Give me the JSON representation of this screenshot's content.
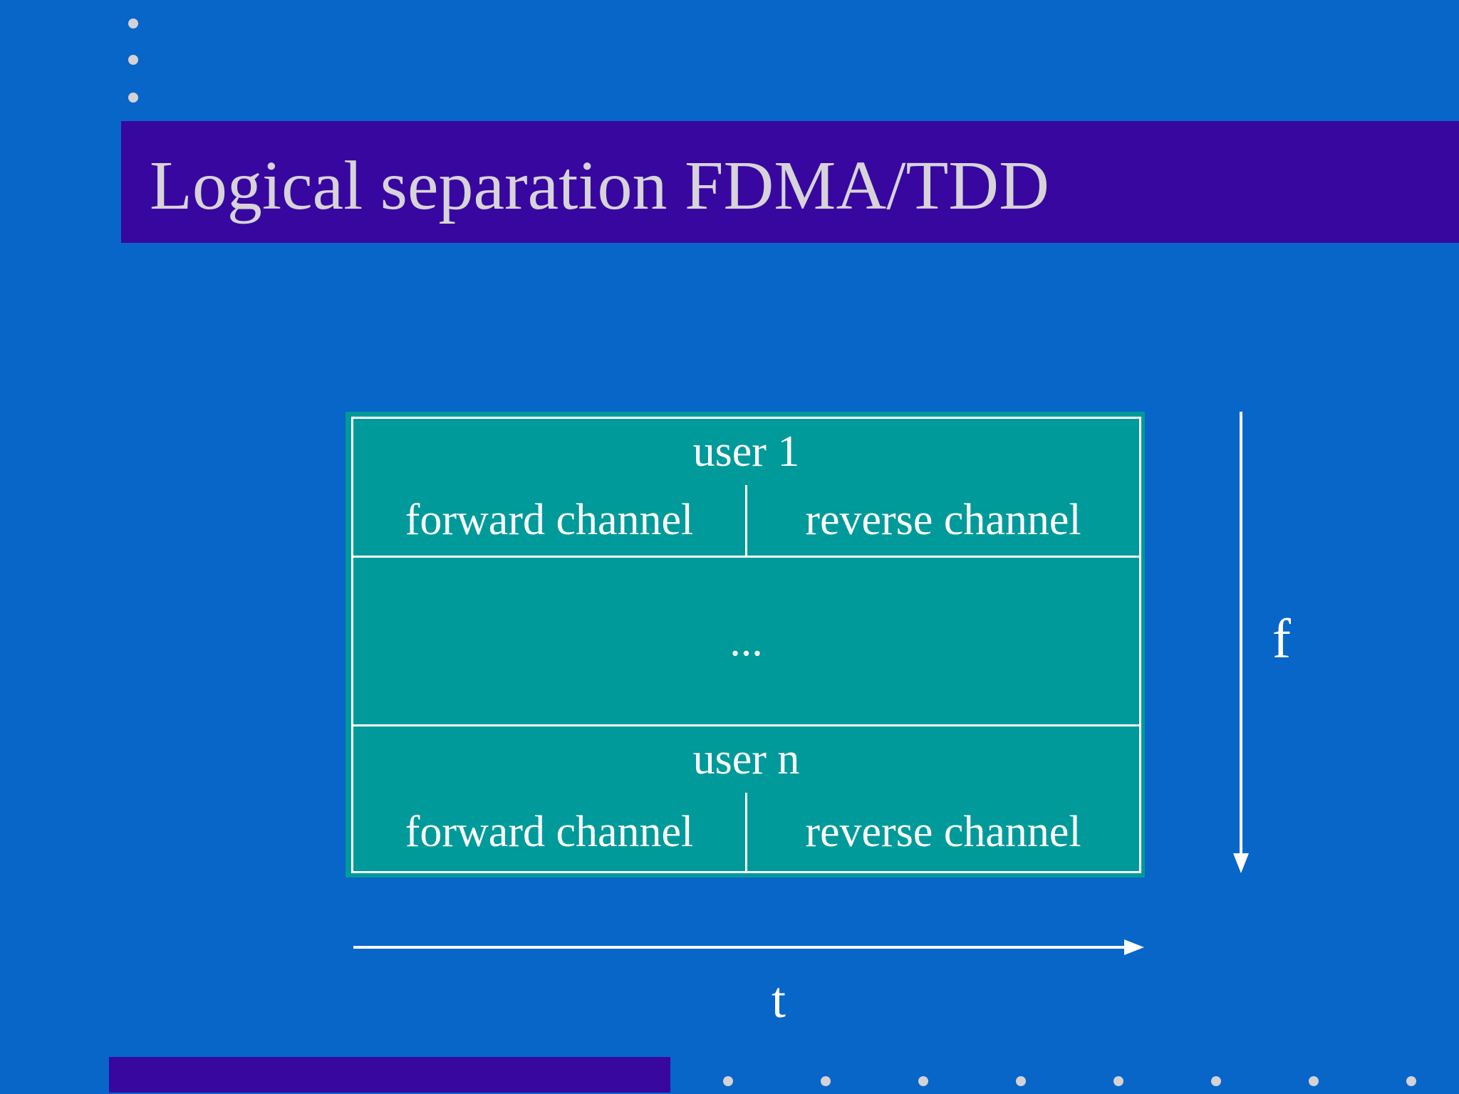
{
  "title": {
    "text": "Logical separation FDMA/TDD"
  },
  "diagram": {
    "rows": [
      {
        "user_label": "user 1",
        "cells": [
          "forward channel",
          "reverse channel"
        ]
      },
      {
        "ellipsis": "..."
      },
      {
        "user_label": "user n",
        "cells": [
          "forward channel",
          "reverse channel"
        ]
      }
    ]
  },
  "axes": {
    "f": "f",
    "t": "t"
  },
  "colors": {
    "background": "#0766C8",
    "title_bar": "#3807A0",
    "title_text": "#D8D3D8",
    "diagram_fill": "#009A9A",
    "diagram_border": "#FFFFFF",
    "diagram_text": "#FFFFFF",
    "accent_bar": "#3807A0",
    "decor_dot": "#D5D2D5"
  }
}
